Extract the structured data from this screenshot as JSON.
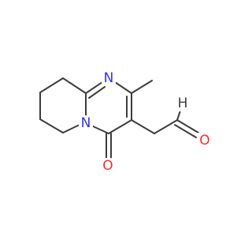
{
  "molecule": {
    "colors": {
      "bond": "#3c3c3c",
      "nitrogen": "#2f32ff",
      "oxygen": "#ff2b2b",
      "background": "#ffffff"
    },
    "atoms": {
      "n_ring": "N",
      "n_bridge": "N",
      "o_carbonyl": "O",
      "o_aldehyde": "O",
      "h_aldehyde": "H"
    }
  }
}
